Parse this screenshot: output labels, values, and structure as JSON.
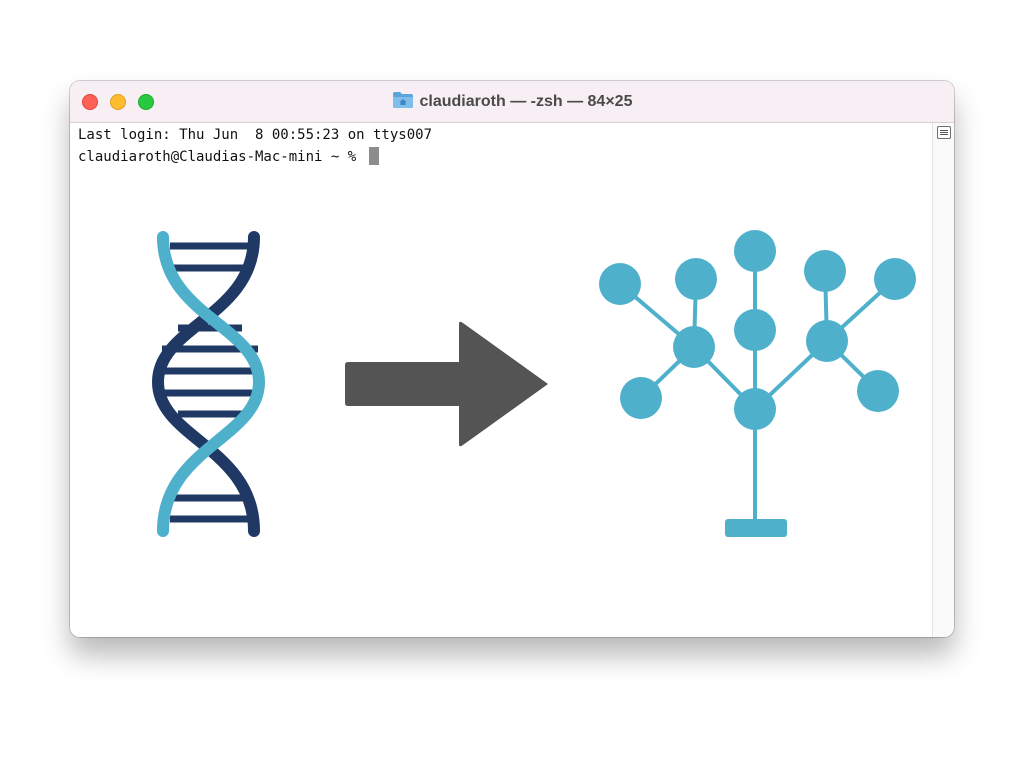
{
  "window": {
    "title": "claudiaroth — -zsh — 84×25",
    "folder_icon": "folder-home-icon"
  },
  "terminal": {
    "last_login": "Last login: Thu Jun  8 00:55:23 on ttys007",
    "prompt": "claudiaroth@Claudias-Mac-mini ~ % "
  },
  "illustration": {
    "left_icon": "dna-helix-icon",
    "middle_icon": "right-arrow-icon",
    "right_icon": "tree-diagram-icon",
    "colors": {
      "dna_dark": "#1f3864",
      "dna_light": "#4fb0cc",
      "arrow": "#545454",
      "tree": "#4fb0cc"
    }
  },
  "colors": {
    "close": "#fe5f57",
    "minimize": "#febc2e",
    "maximize": "#28c840",
    "titlebar": "#f7eff3"
  }
}
